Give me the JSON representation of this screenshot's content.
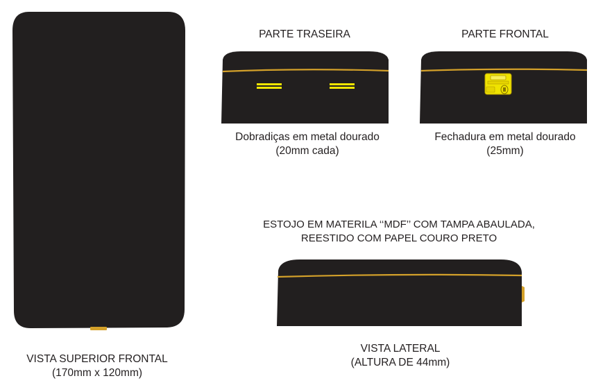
{
  "views": {
    "top": {
      "label_line1": "VISTA SUPERIOR FRONTAL",
      "label_line2": "(170mm x 120mm)"
    },
    "back": {
      "title": "PARTE TRASEIRA",
      "caption_line1": "Dobradiças em metal dourado",
      "caption_line2": "(20mm cada)"
    },
    "front": {
      "title": "PARTE FRONTAL",
      "caption_line1": "Fechadura em metal dourado",
      "caption_line2": "(25mm)"
    },
    "description": {
      "line1": "ESTOJO EM MATERILA ‘‘MDF’’ COM TAMPA ABAULADA,",
      "line2": "REESTIDO COM PAPEL COURO PRETO"
    },
    "side": {
      "label_line1": "VISTA LATERAL",
      "label_line2": "(ALTURA DE 44mm)"
    }
  },
  "colors": {
    "box": "#221f1f",
    "gold_trim": "#d4a12a",
    "hinge": "#f2e600",
    "lock": "#efe300",
    "lock_outline": "#b39a00",
    "text": "#231f20"
  }
}
